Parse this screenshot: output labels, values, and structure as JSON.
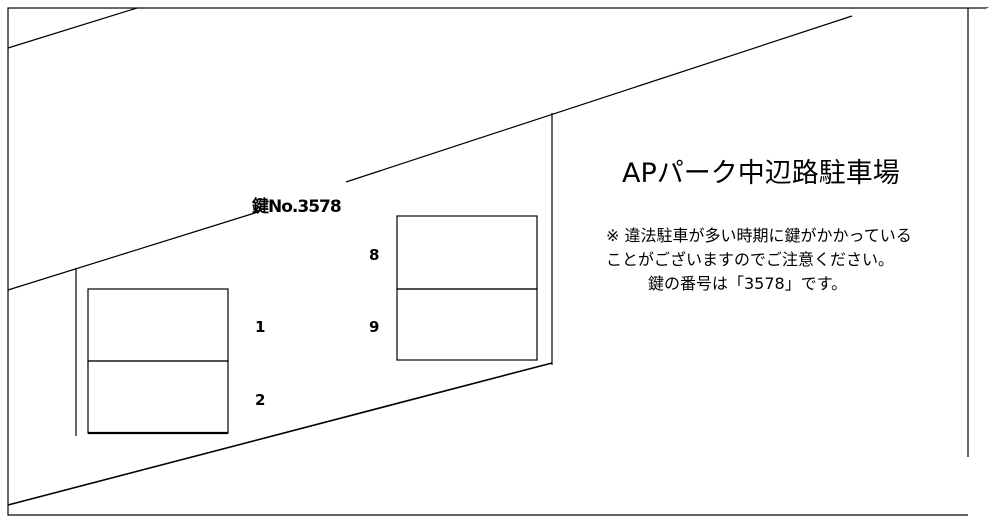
{
  "title": "APパーク中辺路駐車場",
  "key_label": "鍵No.3578",
  "notice": {
    "line1": "※ 違法駐車が多い時期に鍵がかかっている",
    "line2": "ことがございますのでご注意ください。",
    "line3": "鍵の番号は「3578」です。"
  },
  "spaces": {
    "s8": "8",
    "s9": "9",
    "s1": "1",
    "s2": "2"
  }
}
